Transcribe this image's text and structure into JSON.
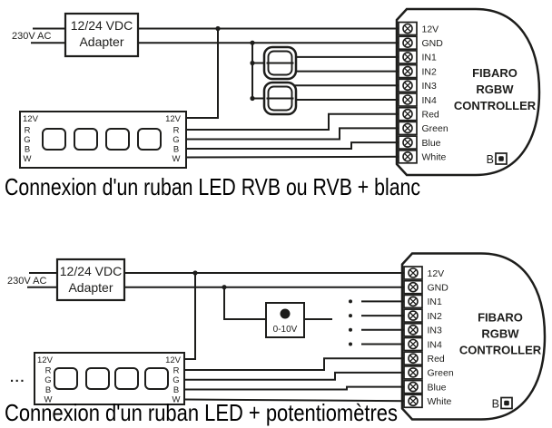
{
  "colors": {
    "ink": "#1d1d1b",
    "background": "#ffffff"
  },
  "diagram1": {
    "caption": "Connexion d'un ruban LED RVB ou RVB + blanc",
    "mains": "230V AC",
    "adapter": {
      "line1": "12/24 VDC",
      "line2": "Adapter"
    },
    "led_strip": {
      "power": "12V",
      "channels": [
        "R",
        "G",
        "B",
        "W"
      ]
    },
    "controller": {
      "brand_lines": [
        "FIBARO",
        "RGBW",
        "CONTROLLER"
      ],
      "terminals": [
        "12V",
        "GND",
        "IN1",
        "IN2",
        "IN3",
        "IN4",
        "Red",
        "Green",
        "Blue",
        "White"
      ],
      "service_button": "B"
    }
  },
  "diagram2": {
    "caption": "Connexion d'un ruban LED + potentiomètres",
    "mains": "230V AC",
    "adapter": {
      "line1": "12/24 VDC",
      "line2": "Adapter"
    },
    "potentiometer": "0-10V",
    "strip_continues": "...",
    "led_strip": {
      "power": "12V",
      "channels": [
        "R",
        "G",
        "B",
        "W"
      ]
    },
    "controller": {
      "brand_lines": [
        "FIBARO",
        "RGBW",
        "CONTROLLER"
      ],
      "terminals": [
        "12V",
        "GND",
        "IN1",
        "IN2",
        "IN3",
        "IN4",
        "Red",
        "Green",
        "Blue",
        "White"
      ],
      "service_button": "B"
    }
  }
}
